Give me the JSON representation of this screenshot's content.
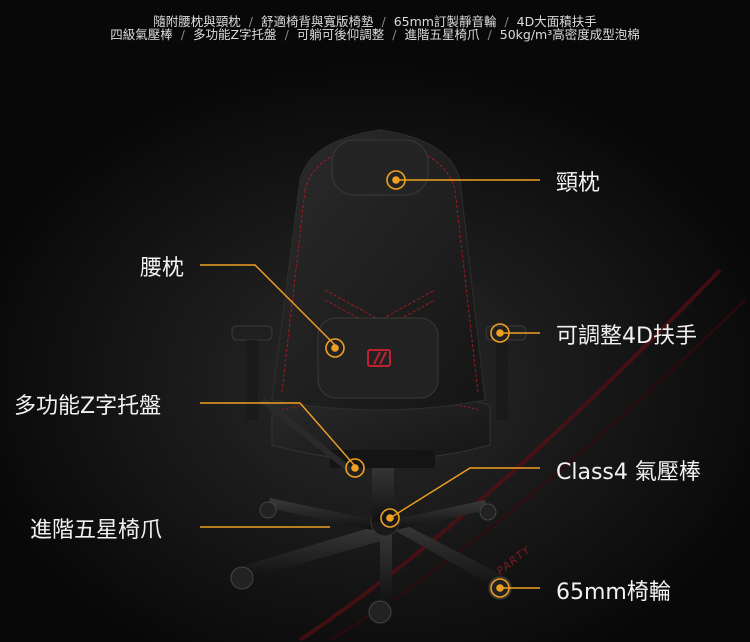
{
  "features": {
    "row1": [
      "隨附腰枕與頸枕",
      "舒適椅背與寬版椅墊",
      "65mm訂製靜音輪",
      "4D大面積扶手"
    ],
    "row2": [
      "四級氣壓棒",
      "多功能Z字托盤",
      "可躺可後仰調整",
      "進階五星椅爪",
      "50kg/m³高密度成型泡棉"
    ],
    "separator": "/"
  },
  "callouts": {
    "neck_pillow": "頸枕",
    "lumbar_pillow": "腰枕",
    "armrest": "可調整4D扶手",
    "z_tray": "多功能Z字托盤",
    "gas_lift": "Class4 氣壓棒",
    "base": "進階五星椅爪",
    "casters": "65mm椅輪"
  },
  "watermark": "PARTY",
  "colors": {
    "background": "#080808",
    "callout_line": "#f0a020",
    "chair": "#1c1c1c",
    "stitch": "#a01a22"
  }
}
